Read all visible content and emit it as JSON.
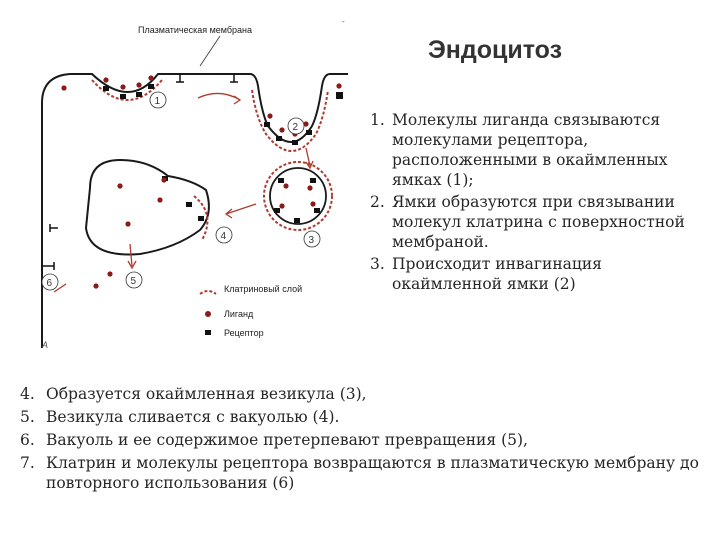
{
  "title": "Эндоцитоз",
  "steps_right": [
    {
      "num": "1.",
      "text": "Молекулы лиганда связываются молекулами рецептора, расположенными в окаймленных ямках (1);"
    },
    {
      "num": "2.",
      "text": "Ямки образуются при связывании молекул клатрина с поверхностной мембраной."
    },
    {
      "num": "3.",
      "text": "Происходит инвагинация окаймленной ямки (2)"
    }
  ],
  "steps_bottom": [
    {
      "num": "4.",
      "text": "Образуется окаймленная везикула (3),"
    },
    {
      "num": "5.",
      "text": "Везикула сливается с вакуолью (4)."
    },
    {
      "num": "6.",
      "text": "Вакуоль и ее содержимое претерпевают превращения (5),"
    },
    {
      "num": "7.",
      "text": "Клатрин и молекулы рецептора возвращаются в плазматическую мембрану до повторного использования (6)"
    }
  ],
  "diagram": {
    "membrane_label": "Плазматическая мембрана",
    "stage_numbers": [
      "1",
      "2",
      "3",
      "4",
      "5",
      "6"
    ],
    "legend": {
      "clathrin": "Клатриновый слой",
      "ligand": "Лиганд",
      "receptor": "Рецептор"
    },
    "panel_letter": "A",
    "colors": {
      "membrane": "#1a1a1a",
      "clathrin": "#b03a2e",
      "ligand": "#8b1a1a",
      "receptor": "#111111",
      "arrow": "#b03a2e"
    }
  }
}
